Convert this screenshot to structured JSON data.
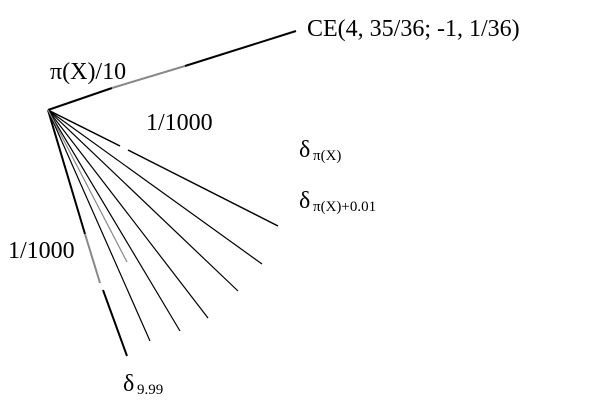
{
  "labels": {
    "top_outcome": "CE(4, 35/36; -1, 1/36)",
    "top_probability": "π(X)/10",
    "inner_probability": "1/1000",
    "side_probability": "1/1000",
    "delta_symbol": "δ",
    "delta1_sub": "π(X)",
    "delta2_sub": "π(X)+0.01",
    "delta_last_sub": "9.99"
  }
}
